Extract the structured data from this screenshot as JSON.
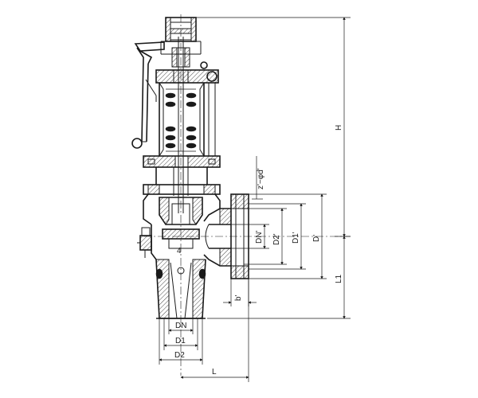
{
  "labels": {
    "H": "H",
    "L1": "L1",
    "L": "L",
    "DN_bottom": "DN",
    "D1_bottom": "D1",
    "D2_bottom": "D2",
    "DN_side": "DN'",
    "D2_side": "D2'",
    "D1_side": "D1'",
    "D_side": "D'",
    "bolt_holes": "z'−φd'",
    "flange_thickness": "b'"
  }
}
